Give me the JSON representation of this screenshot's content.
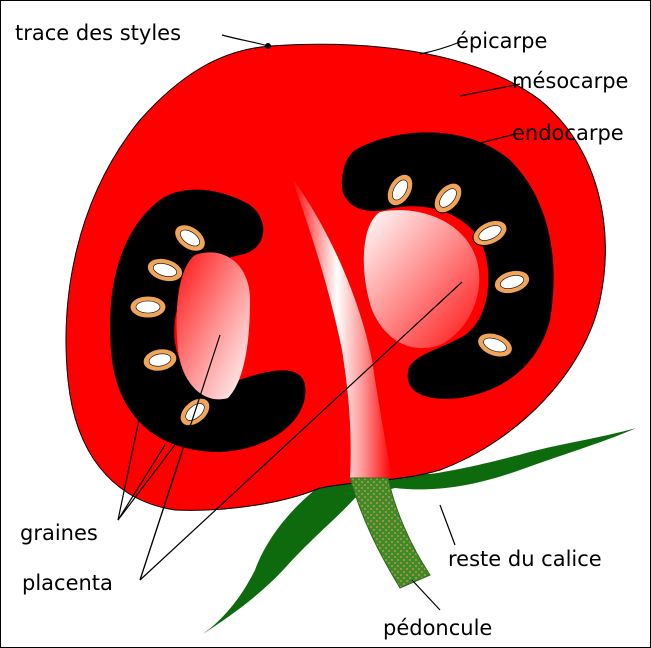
{
  "diagram": {
    "labels": {
      "trace_styles": "trace des styles",
      "epicarpe": "épicarpe",
      "mesocarpe": "mésocarpe",
      "endocarpe": "endocarpe",
      "graines": "graines",
      "placenta": "placenta",
      "reste_calice": "reste du calice",
      "pedoncule": "pédoncule"
    },
    "colors": {
      "mesocarp": "#ff0000",
      "locule": "#000000",
      "seed_coat": "#f0a55a",
      "seed": "#ffffff",
      "calyx": "#0d6a0d",
      "peduncle": "#3f8a2a"
    }
  }
}
